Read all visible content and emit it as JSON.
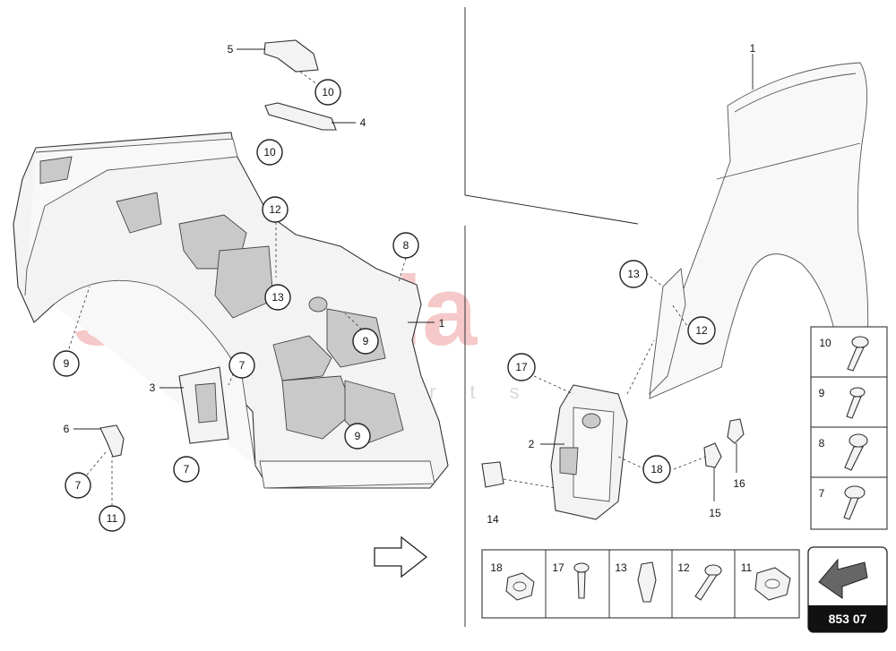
{
  "watermark": {
    "main": "scuderia",
    "sub": "car parts"
  },
  "callouts": {
    "c5": "5",
    "c10a": "10",
    "c4": "4",
    "c10b": "10",
    "c12a": "12",
    "c8": "8",
    "c13a": "13",
    "c1a": "1",
    "c9a": "9",
    "c9b": "9",
    "c7a": "7",
    "c3": "3",
    "c9c": "9",
    "c6": "6",
    "c7b": "7",
    "c7c": "7",
    "c11a": "11",
    "c1b": "1",
    "c13b": "13",
    "c12b": "12",
    "c17": "17",
    "c2": "2",
    "c18": "18",
    "c16": "16",
    "c15": "15",
    "c14": "14"
  },
  "legend_right": [
    "10",
    "9",
    "8",
    "7"
  ],
  "legend_bottom": [
    "18",
    "17",
    "13",
    "12",
    "11"
  ],
  "diagram_code": "853 07",
  "colors": {
    "watermark": "#f2b8b8",
    "code_bg": "#111111"
  }
}
